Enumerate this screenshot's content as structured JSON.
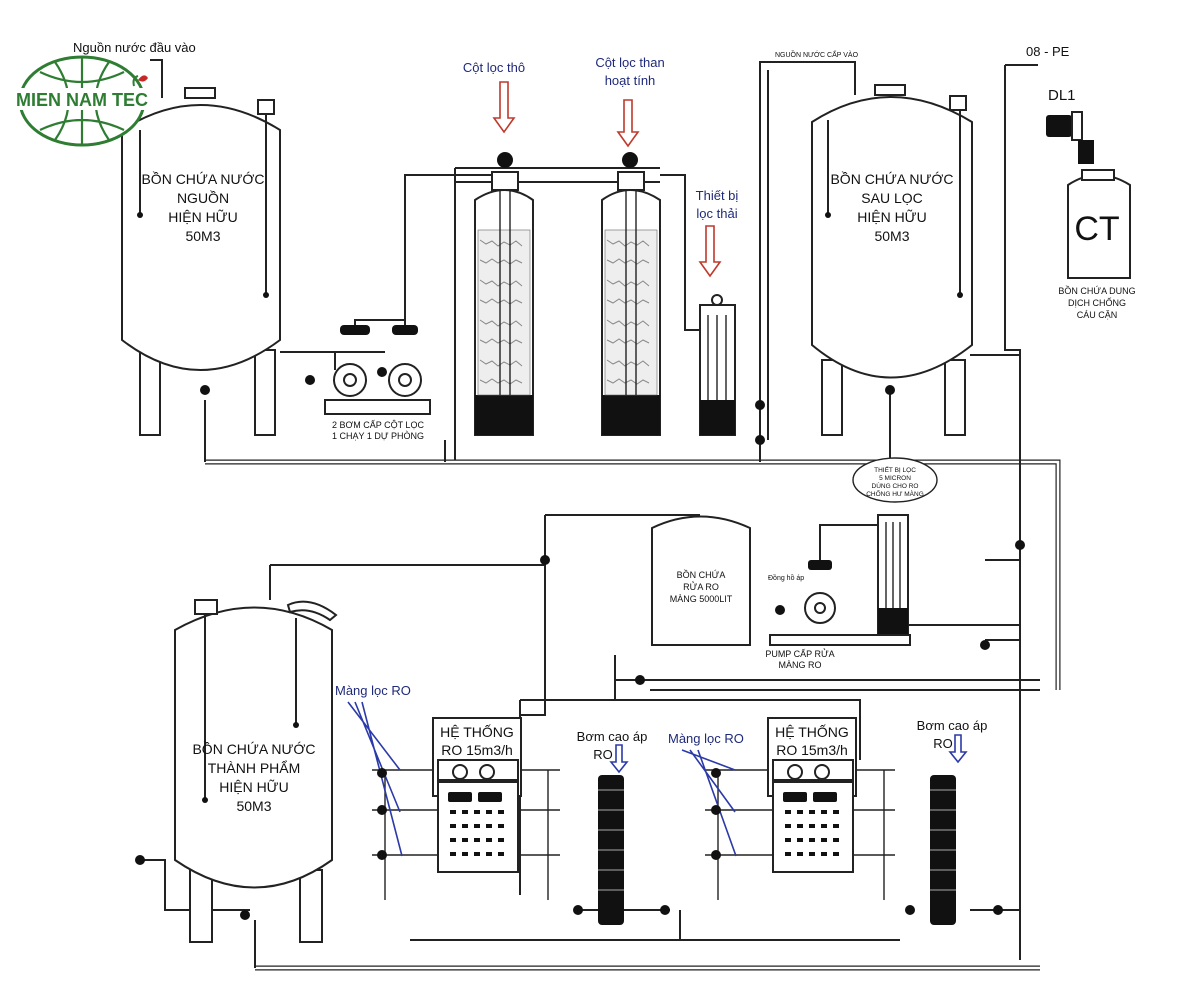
{
  "logo": {
    "text": "MIEN NAM TEC",
    "green": "#2e7d32",
    "red": "#c62828"
  },
  "labels": {
    "inlet": "Nguồn nước đầu vào",
    "coarse_filter": "Cột lọc thô",
    "carbon_filter_l1": "Cột lọc than",
    "carbon_filter_l2": "hoạt tính",
    "waste_filter_l1": "Thiết bị",
    "waste_filter_l2": "lọc thải",
    "pe_line": "08 - PE",
    "dosing_pump": "DL1",
    "chem_tank_code": "CT",
    "chem_tank_l1": "BỒN CHỨA DUNG",
    "chem_tank_l2": "DỊCH CHỐNG",
    "chem_tank_l3": "CÁU CẶN",
    "top_inlet": "NGUỒN NƯỚC CẤP VÀO",
    "ro_membrane_left": "Màng lọc RO",
    "ro_membrane_right": "Màng lọc RO",
    "ro_system_left_l1": "HỆ THỐNG",
    "ro_system_left_l2": "RO 15m3/h",
    "ro_system_right_l1": "HỆ THỐNG",
    "ro_system_right_l2": "RO 15m3/h",
    "hp_pump_left_l1": "Bơm cao áp",
    "hp_pump_left_l2": "RO",
    "hp_pump_right_l1": "Bơm cao áp",
    "hp_pump_right_l2": "RO",
    "pump_pair_l1": "2 BƠM CẤP CỘT LỌC",
    "pump_pair_l2": "1 CHẠY 1 DỰ PHÒNG",
    "wash_pump_l1": "PUMP CẤP RỬA",
    "wash_pump_l2": "MÀNG RO",
    "wash_tank_l1": "BỒN CHỨA",
    "wash_tank_l2": "RỬA RO",
    "wash_tank_l3": "MÀNG 5000LIT",
    "bag_filter_l1": "THIẾT BỊ LỌC",
    "bag_filter_l2": "5 MICRON",
    "bag_filter_l3": "DÙNG CHO RO",
    "bag_filter_l4": "CHỐNG HƯ MÀNG",
    "pressure_gauge": "Đồng hồ áp",
    "source_tank": {
      "l1": "BỒN CHỨA NƯỚC",
      "l2": "NGUỒN",
      "l3": "HIỆN HỮU",
      "l4": "50M3"
    },
    "filtered_tank": {
      "l1": "BỒN CHỨA NƯỚC",
      "l2": "SAU LỌC",
      "l3": "HIỆN HỮU",
      "l4": "50M3"
    },
    "product_tank": {
      "l1": "BỒN CHỨA NƯỚC",
      "l2": "THÀNH PHẨM",
      "l3": "HIỆN HỮU",
      "l4": "50M3"
    }
  }
}
